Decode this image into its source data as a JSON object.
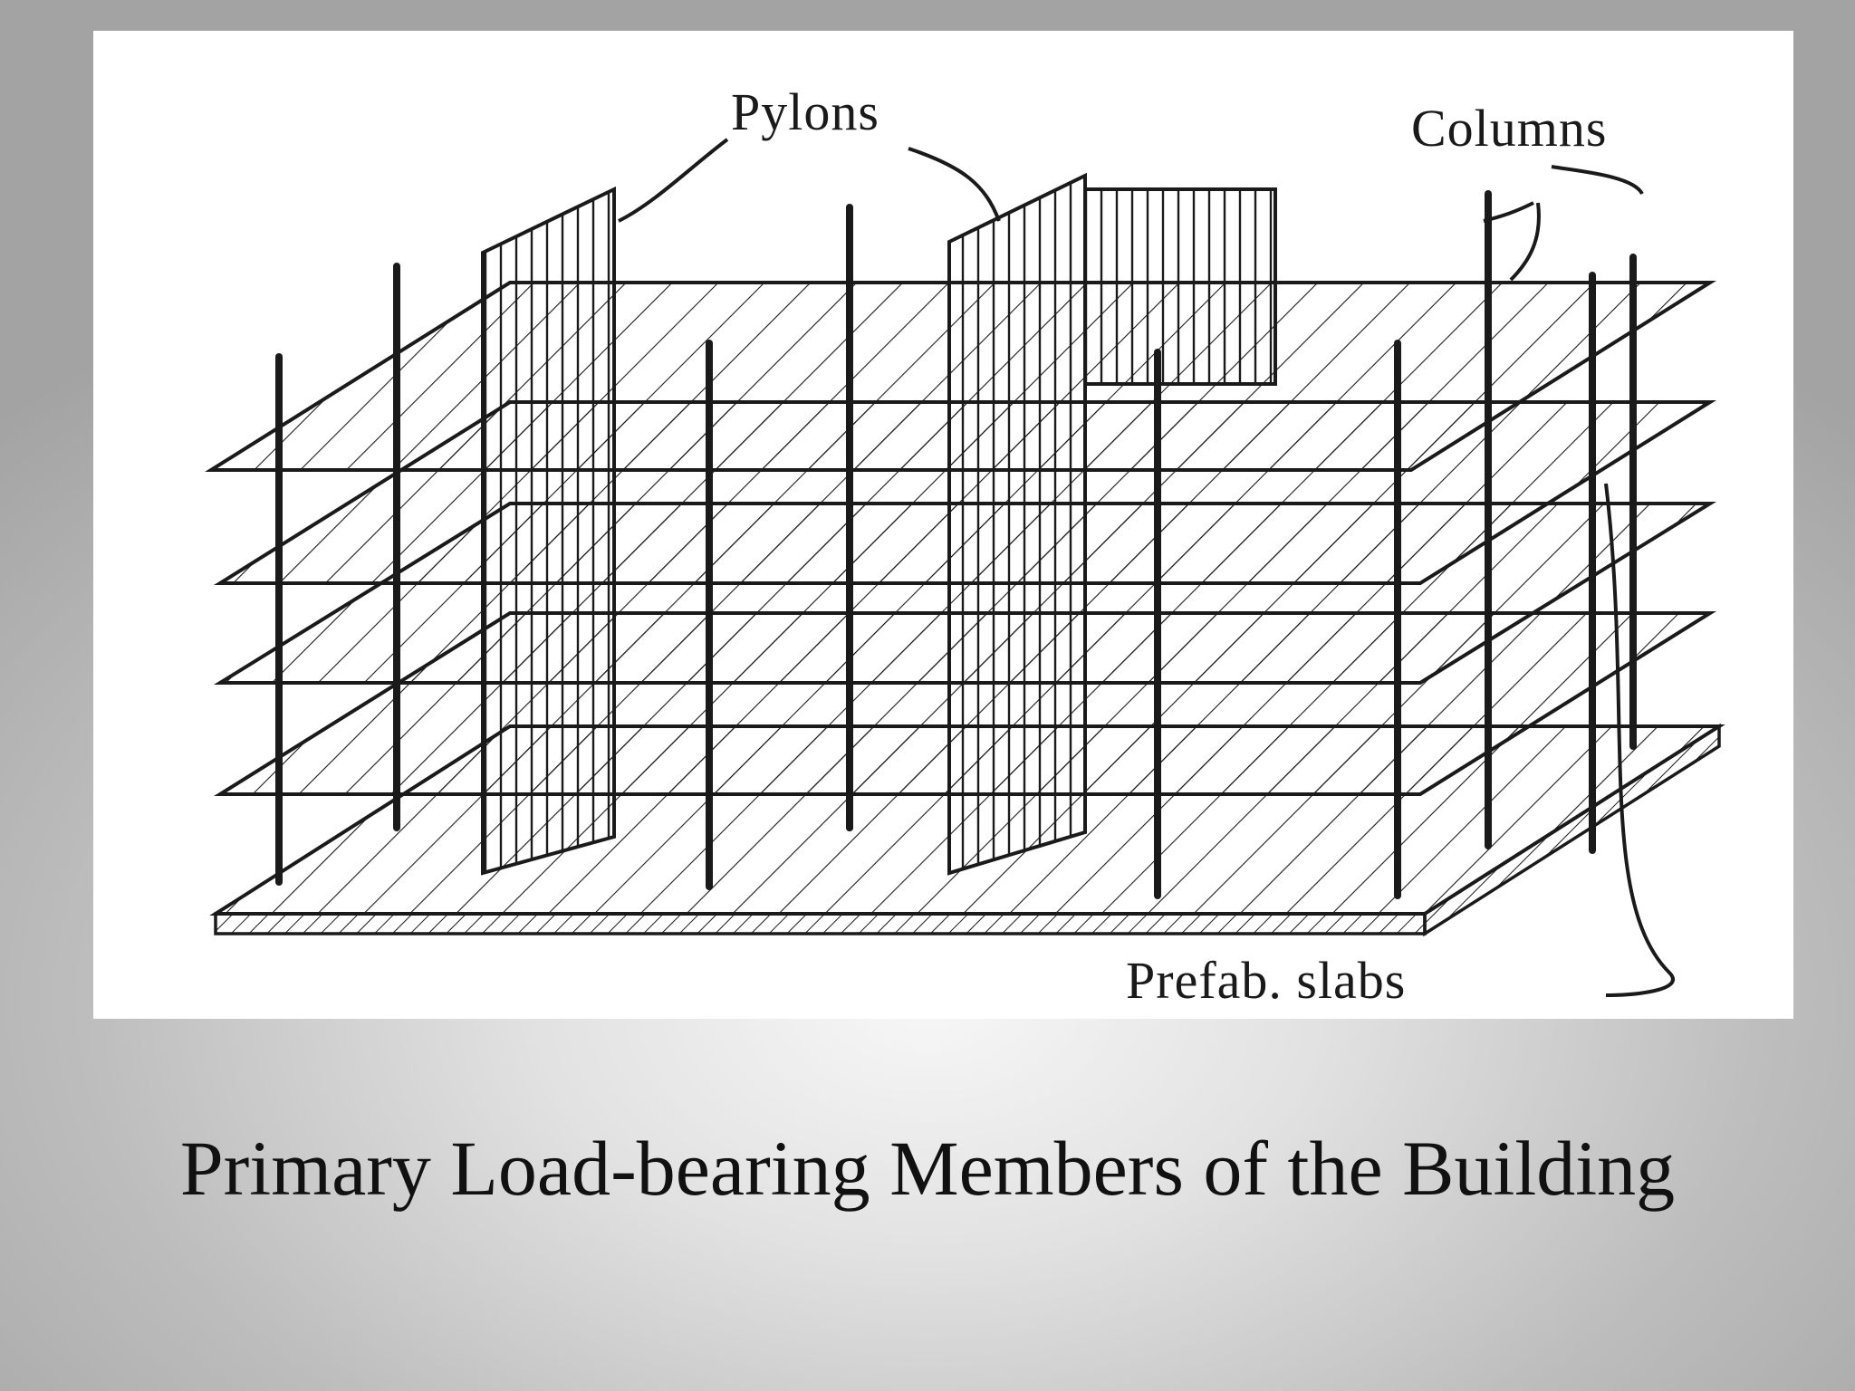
{
  "diagram": {
    "labels": {
      "pylons": "Pylons",
      "columns": "Columns",
      "prefab_slabs": "Prefab. slabs"
    }
  },
  "caption": "Primary Load-bearing Members of the Building",
  "colors": {
    "ink": "#1a1a1a",
    "panel": "#ffffff"
  }
}
